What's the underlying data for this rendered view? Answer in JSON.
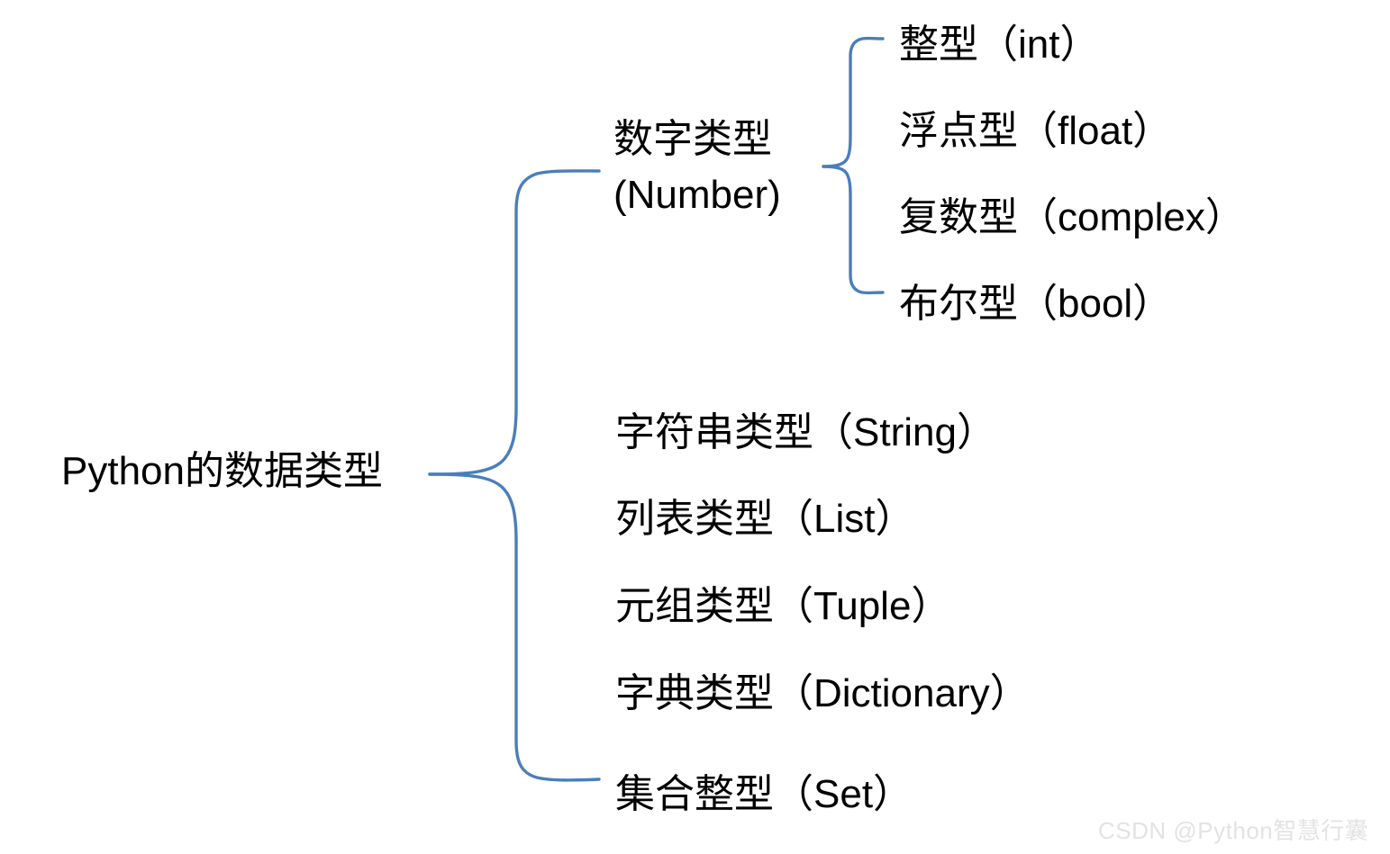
{
  "diagram": {
    "title": "Python的数据类型",
    "type": "mind-map",
    "accent_color": "#4a7ebb",
    "text_color": "#000000",
    "background_color": "#ffffff",
    "root": {
      "label": "Python的数据类型"
    },
    "branches": [
      {
        "id": "number",
        "label_line1": "数字类型",
        "label_line2": "(Number)",
        "children": [
          {
            "label": "整型（int）"
          },
          {
            "label": "浮点型（float）"
          },
          {
            "label": "复数型（complex）"
          },
          {
            "label": "布尔型（bool）"
          }
        ]
      },
      {
        "id": "string",
        "label": "字符串类型（String）"
      },
      {
        "id": "list",
        "label": "列表类型（List）"
      },
      {
        "id": "tuple",
        "label": "元组类型（Tuple）"
      },
      {
        "id": "dictionary",
        "label": "字典类型（Dictionary）"
      },
      {
        "id": "set",
        "label": "集合整型（Set）"
      }
    ]
  },
  "watermark": {
    "text": "CSDN @Python智慧行囊",
    "color": "#e3e3e3"
  }
}
